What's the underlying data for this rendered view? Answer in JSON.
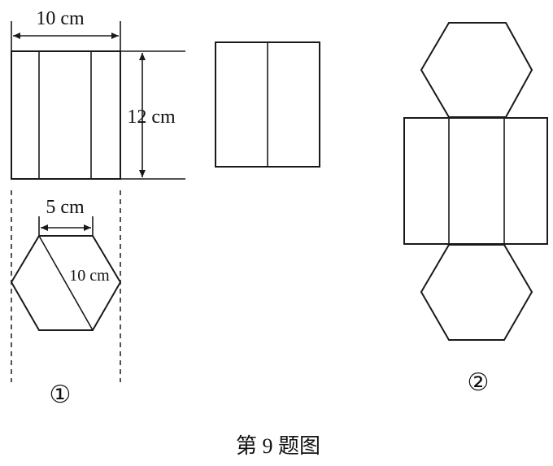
{
  "figure": {
    "label_width_top": "10 cm",
    "label_height": "12 cm",
    "label_hex_side": "5 cm",
    "label_hex_diag": "10 cm",
    "marker_1": "①",
    "marker_2": "②",
    "caption": "第 9 题图"
  }
}
